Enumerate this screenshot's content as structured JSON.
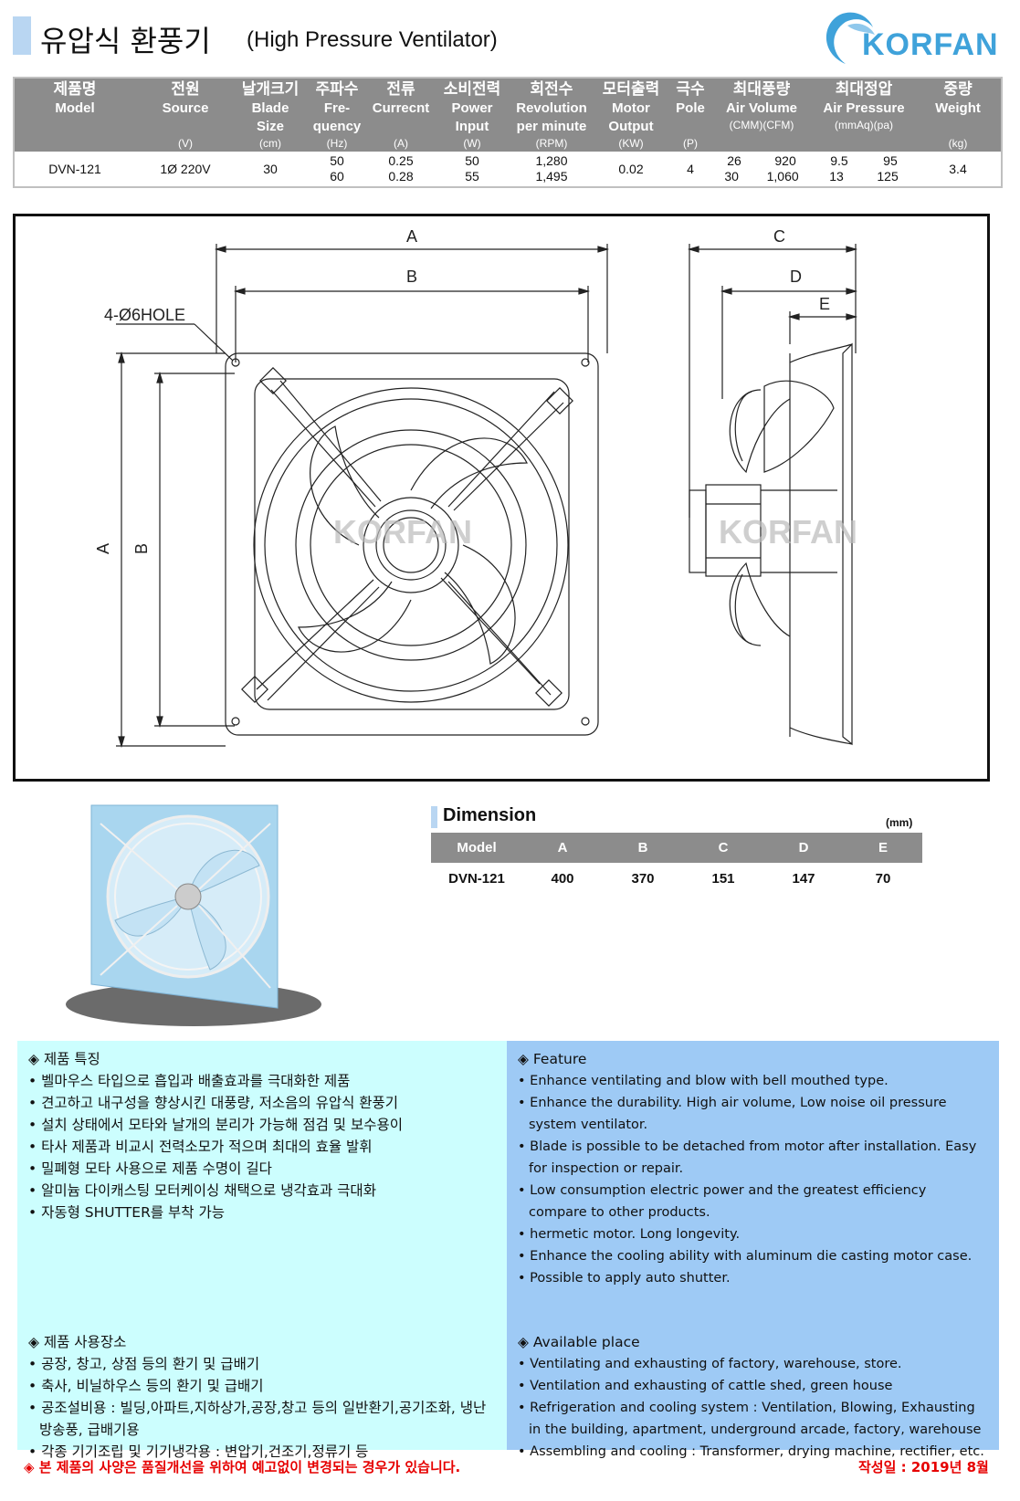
{
  "header": {
    "title_ko": "유압식 환풍기",
    "title_en": "(High Pressure Ventilator)",
    "brand": "KORFAN"
  },
  "spec_table": {
    "columns": [
      {
        "ko": "제품명",
        "en": "Model",
        "unit": ""
      },
      {
        "ko": "전원",
        "en": "Source",
        "unit": "(V)"
      },
      {
        "ko": "날개크기",
        "en": "Blade Size",
        "unit": "(cm)"
      },
      {
        "ko": "주파수",
        "en": "Fre- quency",
        "unit": "(Hz)"
      },
      {
        "ko": "전류",
        "en": "Currecnt",
        "unit": "(A)"
      },
      {
        "ko": "소비전력",
        "en": "Power Input",
        "unit": "(W)"
      },
      {
        "ko": "회전수",
        "en": "Revolution per minute",
        "unit": "(RPM)"
      },
      {
        "ko": "모터출력",
        "en": "Motor Output",
        "unit": "(KW)"
      },
      {
        "ko": "극수",
        "en": "Pole",
        "unit": "(P)"
      },
      {
        "ko": "최대풍량",
        "en": "Air Volume",
        "unit": "",
        "units": [
          "(CMM)",
          "(CFM)"
        ]
      },
      {
        "ko": "최대정압",
        "en": "Air Pressure",
        "unit": "",
        "units": [
          "(mmAq)",
          "(pa)"
        ]
      },
      {
        "ko": "중량",
        "en": "Weight",
        "unit": "(kg)"
      }
    ],
    "row": {
      "model": "DVN-121",
      "source": "1Ø 220V",
      "blade": "30",
      "freq": [
        "50",
        "60"
      ],
      "current": [
        "0.25",
        "0.28"
      ],
      "power": [
        "50",
        "55"
      ],
      "rpm": [
        "1,280",
        "1,495"
      ],
      "output": "0.02",
      "pole": "4",
      "cmm": [
        "26",
        "30"
      ],
      "cfm": [
        "920",
        "1,060"
      ],
      "mmaq": [
        "9.5",
        "13"
      ],
      "pa": [
        "95",
        "125"
      ],
      "weight": "3.4"
    }
  },
  "drawing": {
    "labels": {
      "A": "A",
      "B": "B",
      "C": "C",
      "D": "D",
      "E": "E",
      "hole": "4-Ø6HOLE"
    },
    "watermark": "KORFAN"
  },
  "dimension": {
    "title": "Dimension",
    "unit": "(mm)",
    "headers": [
      "Model",
      "A",
      "B",
      "C",
      "D",
      "E"
    ],
    "row": [
      "DVN-121",
      "400",
      "370",
      "151",
      "147",
      "70"
    ]
  },
  "features_ko": {
    "title": "◈ 제품 특징",
    "items": [
      "벨마우스 타입으로 흡입과 배출효과를 극대화한 제품",
      "견고하고 내구성을 향상시킨 대풍량, 저소음의 유압식 환풍기",
      "설치 상태에서 모타와 날개의 분리가 가능해 점검 및 보수용이",
      "타사 제품과 비교시 전력소모가 적으며 최대의 효율 발휘",
      "밀폐형 모타 사용으로 제품 수명이 길다",
      "알미늄 다이캐스팅 모터케이싱 채택으로 냉각효과 극대화",
      "자동형 SHUTTER를 부착 가능"
    ]
  },
  "usage_ko": {
    "title": "◈ 제품 사용장소",
    "items": [
      "공장, 창고, 상점 등의 환기 및 급배기",
      "축사, 비닐하우스 등의 환기 및 급배기",
      "공조설비용 : 빌딩,아파트,지하상가,공장,창고 등의 일반환기,공기조화, 냉난방송풍, 급배기용",
      "각종 기기조립 및 기기냉각용 : 변압기,건조기,정류기 등"
    ]
  },
  "features_en": {
    "title": "◈ Feature",
    "items": [
      "Enhance ventilating and blow with bell mouthed type.",
      "Enhance the durability. High air volume, Low noise oil pressure system ventilator.",
      "Blade is possible to be detached from motor after installation. Easy for inspection or repair.",
      "Low consumption electric power and the greatest efficiency compare to other products.",
      "hermetic motor. Long longevity.",
      "Enhance the cooling ability with aluminum die casting motor case.",
      "Possible to apply auto shutter."
    ]
  },
  "usage_en": {
    "title": "◈ Available place",
    "items": [
      "Ventilating and exhausting of factory, warehouse, store.",
      "Ventilation and exhausting of cattle shed, green house",
      "Refrigeration and cooling system : Ventilation, Blowing, Exhausting in the building, apartment, underground arcade, factory, warehouse",
      "Assembling and cooling : Transformer, drying machine, rectifier, etc."
    ]
  },
  "footer": {
    "note": "◈ 본 제품의 사양은 품질개선을 위하여 예고없이 변경되는 경우가 있습니다.",
    "date": "작성일 : 2019년 8월"
  },
  "colors": {
    "accent": "#b9d6f2",
    "brand": "#3fa2da",
    "header_gray": "#8c8c8c",
    "panel_cyan": "#ccfefe",
    "panel_blue": "#9ecaf5",
    "warning": "#e60000"
  }
}
